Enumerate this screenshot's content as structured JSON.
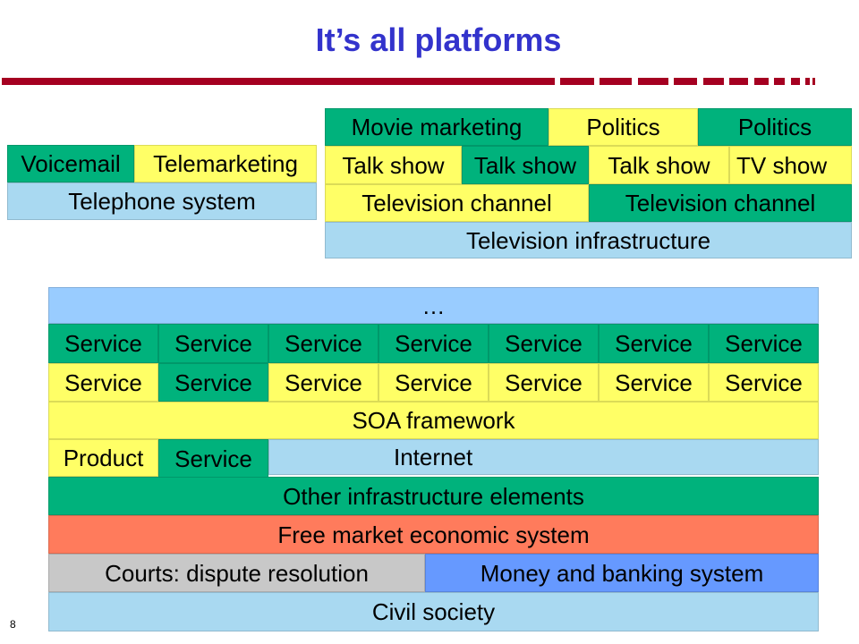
{
  "slide": {
    "title": "It’s all platforms",
    "page_number": "8"
  },
  "telephone_platform": {
    "applications": [
      "Voicemail",
      "Telemarketing"
    ],
    "base": "Telephone system"
  },
  "television_platform": {
    "content_row": [
      "Movie marketing",
      "Politics",
      "Politics"
    ],
    "show_row": [
      "Talk show",
      "Talk show",
      "Talk show",
      "TV show"
    ],
    "channel_row": [
      "Television channel",
      "Television channel"
    ],
    "base": "Television infrastructure"
  },
  "internet_platform": {
    "ellipsis": "…",
    "service_row_upper": [
      "Service",
      "Service",
      "Service",
      "Service",
      "Service",
      "Service",
      "Service"
    ],
    "service_row_lower": [
      "Service",
      "Service",
      "Service",
      "Service",
      "Service",
      "Service",
      "Service"
    ],
    "soa_framework": "SOA framework",
    "commerce_row": {
      "product": "Product",
      "service": "Service",
      "internet": "Internet"
    },
    "other_infrastructure": "Other infrastructure elements",
    "economic_system": "Free market economic system",
    "institutions_row": [
      "Courts: dispute resolution",
      "Money and banking system"
    ],
    "civil_society": "Civil society"
  },
  "colors": {
    "title": "#3333cc",
    "rule": "#a50021",
    "green": "#00b27c",
    "yellow": "#ffff66",
    "light_blue": "#a9d9f1",
    "sky_blue": "#99ccff",
    "coral": "#ff7b5c",
    "grey": "#c8c8c8",
    "blue": "#6699ff"
  }
}
